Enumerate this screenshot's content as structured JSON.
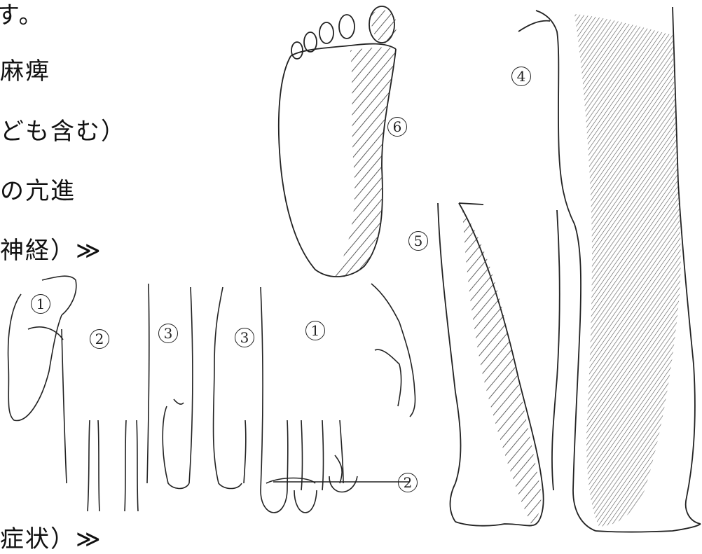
{
  "text_lines": {
    "line1": "す。",
    "line2": "麻痺",
    "line3": "ども含む）",
    "line4": "の亢進",
    "line5": "神経）≫",
    "line6": "症状）≫"
  },
  "region_labels": {
    "foot_sole": "6",
    "leg_side": "4",
    "leg_front": "5",
    "hand_1a": "1",
    "hand_2a": "2",
    "hand_3a": "3",
    "hand_3b": "3",
    "hand_1b": "1",
    "hand_2b": "2"
  },
  "colors": {
    "ink": "#222222",
    "background": "#ffffff"
  }
}
